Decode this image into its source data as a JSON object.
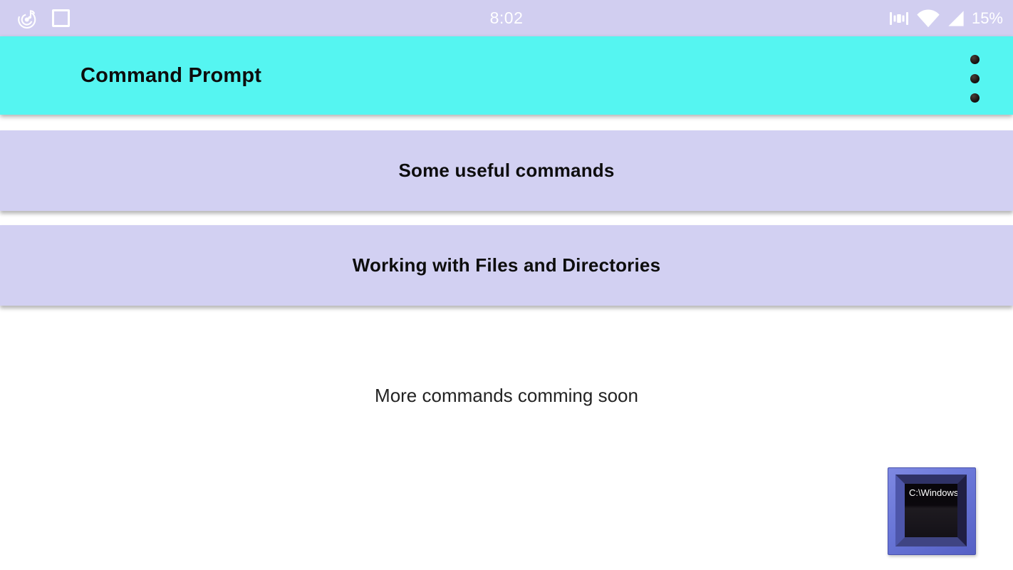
{
  "status_bar": {
    "time": "8:02",
    "battery_percent": "15%",
    "left_icons": [
      "music-notification-icon",
      "screen-record-icon"
    ],
    "right_icons": [
      "vibrate-icon",
      "wifi-icon",
      "cellular-signal-icon"
    ]
  },
  "app_bar": {
    "title": "Command Prompt",
    "overflow_menu": "overflow-menu"
  },
  "menu_items": [
    {
      "label": "Some useful commands"
    },
    {
      "label": "Working with Files and Directories"
    }
  ],
  "footer_note": "More commands comming soon",
  "fab": {
    "screen_text": "C:\\Windows\\"
  },
  "colors": {
    "status_bar_bg": "#d1cef0",
    "header_bg": "#55f5f1",
    "bar_bg": "#d2d0f2",
    "fab_frame": "#6b79d9"
  }
}
